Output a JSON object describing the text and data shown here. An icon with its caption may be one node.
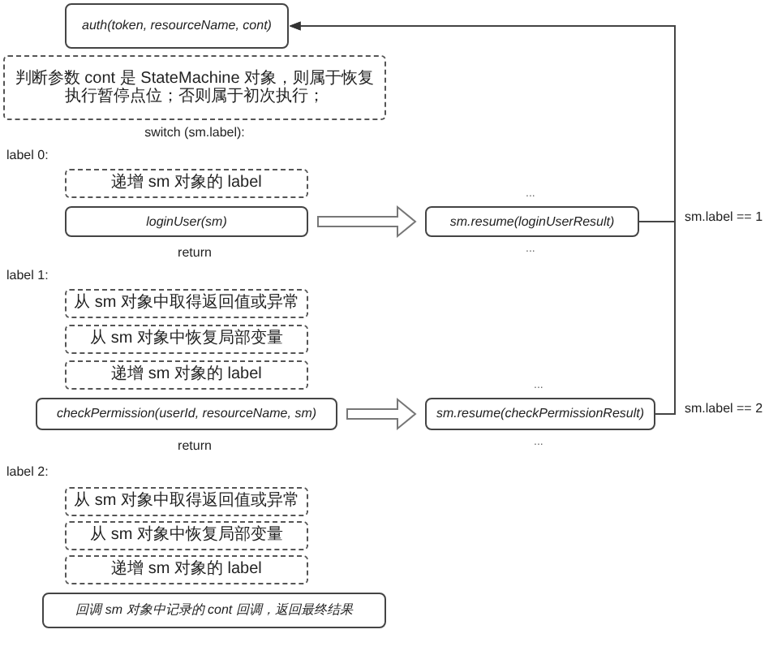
{
  "diagram": {
    "nodes": [
      {
        "text": [
          "auth(token, resourceName, cont)"
        ]
      },
      {
        "text": [
          "判断参数 cont 是 StateMachine 对象，则属于恢复执行暂停点位；否则属于初次执行；"
        ]
      },
      {
        "text": [
          "递增 sm 对象的 label"
        ]
      },
      {
        "text": [
          "loginUser(sm)"
        ]
      },
      {
        "text": [
          "sm.resume(loginUserResult)"
        ],
        "beside": [
          "...",
          "..."
        ]
      },
      {
        "text": [
          "从 sm 对象中取得返回值或异常"
        ]
      },
      {
        "text": [
          "从 sm 对象中恢复局部变量"
        ]
      },
      {
        "text": [
          "递增 sm 对象的 label"
        ]
      },
      {
        "text": [
          "checkPermission(userId, resourceName, sm)"
        ]
      },
      {
        "text": [
          "sm.resume(checkPermissionResult)"
        ],
        "beside": [
          "...",
          "..."
        ]
      },
      {
        "text": [
          "从 sm 对象中取得返回值或异常"
        ]
      },
      {
        "text": [
          "从 sm 对象中恢复局部变量"
        ]
      },
      {
        "text": [
          "递增 sm 对象的 label"
        ]
      },
      {
        "text": [
          "回调 sm 对象中记录的 cont 回调，返回最终结果"
        ]
      }
    ],
    "edges": [
      {
        "from": 3,
        "to": 4,
        "arrow": "to",
        "style": "thick"
      },
      {
        "from": 8,
        "to": 9,
        "arrow": "to",
        "style": "thick"
      },
      {
        "from": 4,
        "to": 0,
        "arrow": "to",
        "label": "sm.label == 1"
      },
      {
        "from": 9,
        "to": 0,
        "arrow": "to",
        "label": "sm.label == 2"
      }
    ],
    "labels": [
      "switch (sm.label):",
      "label 0:",
      "return",
      "label 1:",
      "return",
      "label 2:"
    ]
  }
}
